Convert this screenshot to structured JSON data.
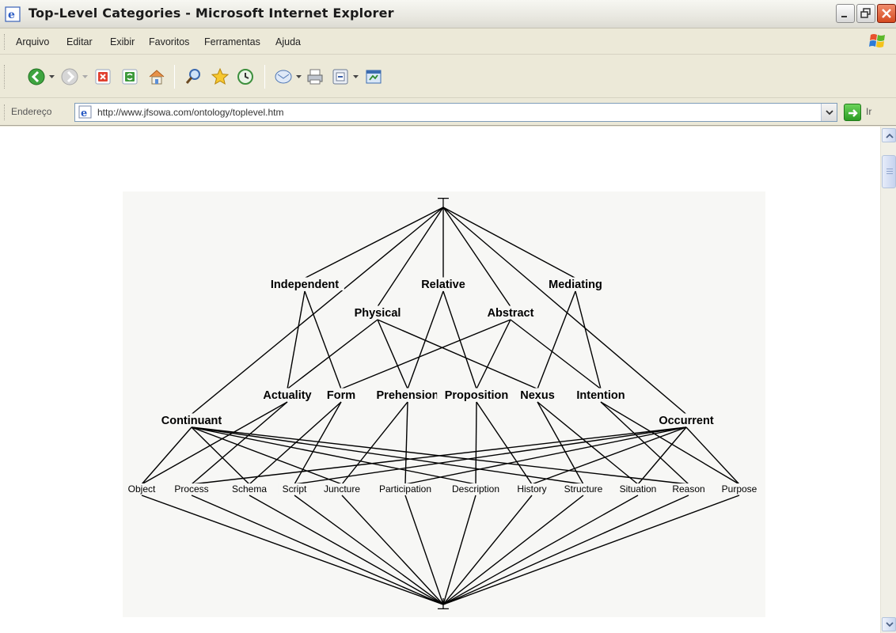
{
  "window": {
    "title": "Top-Level Categories - Microsoft Internet Explorer"
  },
  "menu": [
    "Arquivo",
    "Editar",
    "Exibir",
    "Favoritos",
    "Ferramentas",
    "Ajuda"
  ],
  "toolbar": {
    "icons": [
      "back-icon",
      "forward-icon",
      "stop-icon",
      "refresh-icon",
      "home-icon",
      "search-icon",
      "favorites-icon",
      "history-icon",
      "mail-icon",
      "print-icon",
      "edit-icon",
      "messenger-icon"
    ]
  },
  "address": {
    "label": "Endereço",
    "url": "http://www.jfsowa.com/ontology/toplevel.htm",
    "go_label": "Ir"
  },
  "diagram": {
    "top_symbol": "⊤",
    "bottom_symbol": "⊥",
    "level1": [
      "Independent",
      "Relative",
      "Mediating"
    ],
    "level2": [
      "Physical",
      "Abstract"
    ],
    "level3": [
      "Actuality",
      "Form",
      "Prehension",
      "Proposition",
      "Nexus",
      "Intention"
    ],
    "level4": [
      "Continuant",
      "Occurrent"
    ],
    "level5": [
      "Object",
      "Process",
      "Schema",
      "Script",
      "Juncture",
      "Participation",
      "Description",
      "History",
      "Structure",
      "Situation",
      "Reason",
      "Purpose"
    ],
    "edges": [
      [
        "⊤",
        "Independent"
      ],
      [
        "⊤",
        "Relative"
      ],
      [
        "⊤",
        "Mediating"
      ],
      [
        "⊤",
        "Physical"
      ],
      [
        "⊤",
        "Abstract"
      ],
      [
        "⊤",
        "Continuant"
      ],
      [
        "⊤",
        "Occurrent"
      ],
      [
        "Independent",
        "Actuality"
      ],
      [
        "Independent",
        "Form"
      ],
      [
        "Relative",
        "Prehension"
      ],
      [
        "Relative",
        "Proposition"
      ],
      [
        "Mediating",
        "Nexus"
      ],
      [
        "Mediating",
        "Intention"
      ],
      [
        "Physical",
        "Actuality"
      ],
      [
        "Physical",
        "Prehension"
      ],
      [
        "Physical",
        "Nexus"
      ],
      [
        "Abstract",
        "Form"
      ],
      [
        "Abstract",
        "Proposition"
      ],
      [
        "Abstract",
        "Intention"
      ],
      [
        "Actuality",
        "Object"
      ],
      [
        "Actuality",
        "Process"
      ],
      [
        "Form",
        "Schema"
      ],
      [
        "Form",
        "Script"
      ],
      [
        "Prehension",
        "Juncture"
      ],
      [
        "Prehension",
        "Participation"
      ],
      [
        "Proposition",
        "Description"
      ],
      [
        "Proposition",
        "History"
      ],
      [
        "Nexus",
        "Structure"
      ],
      [
        "Nexus",
        "Situation"
      ],
      [
        "Intention",
        "Reason"
      ],
      [
        "Intention",
        "Purpose"
      ],
      [
        "Continuant",
        "Object"
      ],
      [
        "Continuant",
        "Schema"
      ],
      [
        "Continuant",
        "Juncture"
      ],
      [
        "Continuant",
        "Description"
      ],
      [
        "Continuant",
        "Structure"
      ],
      [
        "Continuant",
        "Reason"
      ],
      [
        "Occurrent",
        "Process"
      ],
      [
        "Occurrent",
        "Script"
      ],
      [
        "Occurrent",
        "Participation"
      ],
      [
        "Occurrent",
        "History"
      ],
      [
        "Occurrent",
        "Situation"
      ],
      [
        "Occurrent",
        "Purpose"
      ],
      [
        "Object",
        "⊥"
      ],
      [
        "Process",
        "⊥"
      ],
      [
        "Schema",
        "⊥"
      ],
      [
        "Script",
        "⊥"
      ],
      [
        "Juncture",
        "⊥"
      ],
      [
        "Participation",
        "⊥"
      ],
      [
        "Description",
        "⊥"
      ],
      [
        "History",
        "⊥"
      ],
      [
        "Structure",
        "⊥"
      ],
      [
        "Situation",
        "⊥"
      ],
      [
        "Reason",
        "⊥"
      ],
      [
        "Purpose",
        "⊥"
      ]
    ]
  },
  "colors": {
    "chrome": "#ece9d8",
    "address_border": "#7f9db9",
    "close_button": "#d54a20",
    "go_button": "#2c9c24"
  }
}
